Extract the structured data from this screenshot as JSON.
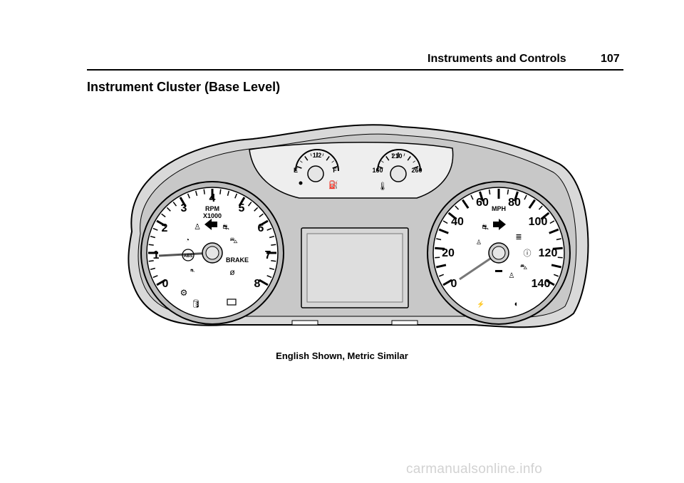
{
  "header": {
    "section_title": "Instruments and Controls",
    "page_number": "107"
  },
  "page_title": "Instrument Cluster (Base Level)",
  "figure": {
    "caption": "English Shown, Metric Similar",
    "tachometer": {
      "scale_labels": [
        "0",
        "1",
        "2",
        "3",
        "4",
        "5",
        "6",
        "7",
        "8"
      ],
      "unit_label_1": "RPM",
      "unit_label_2": "X1000",
      "needle_value": 1,
      "brake_label": "BRAKE",
      "abs_label": "ABS"
    },
    "speedometer": {
      "scale_labels": [
        "0",
        "20",
        "40",
        "60",
        "80",
        "100",
        "120",
        "140"
      ],
      "unit_label": "MPH",
      "needle_value": 10
    },
    "fuel_gauge": {
      "empty_label": "E",
      "half_label": "1/2",
      "full_label": "F"
    },
    "temperature_gauge": {
      "low_label": "160",
      "mid_label": "210",
      "high_label": "260"
    }
  },
  "watermark": "carmanualsonline.info"
}
